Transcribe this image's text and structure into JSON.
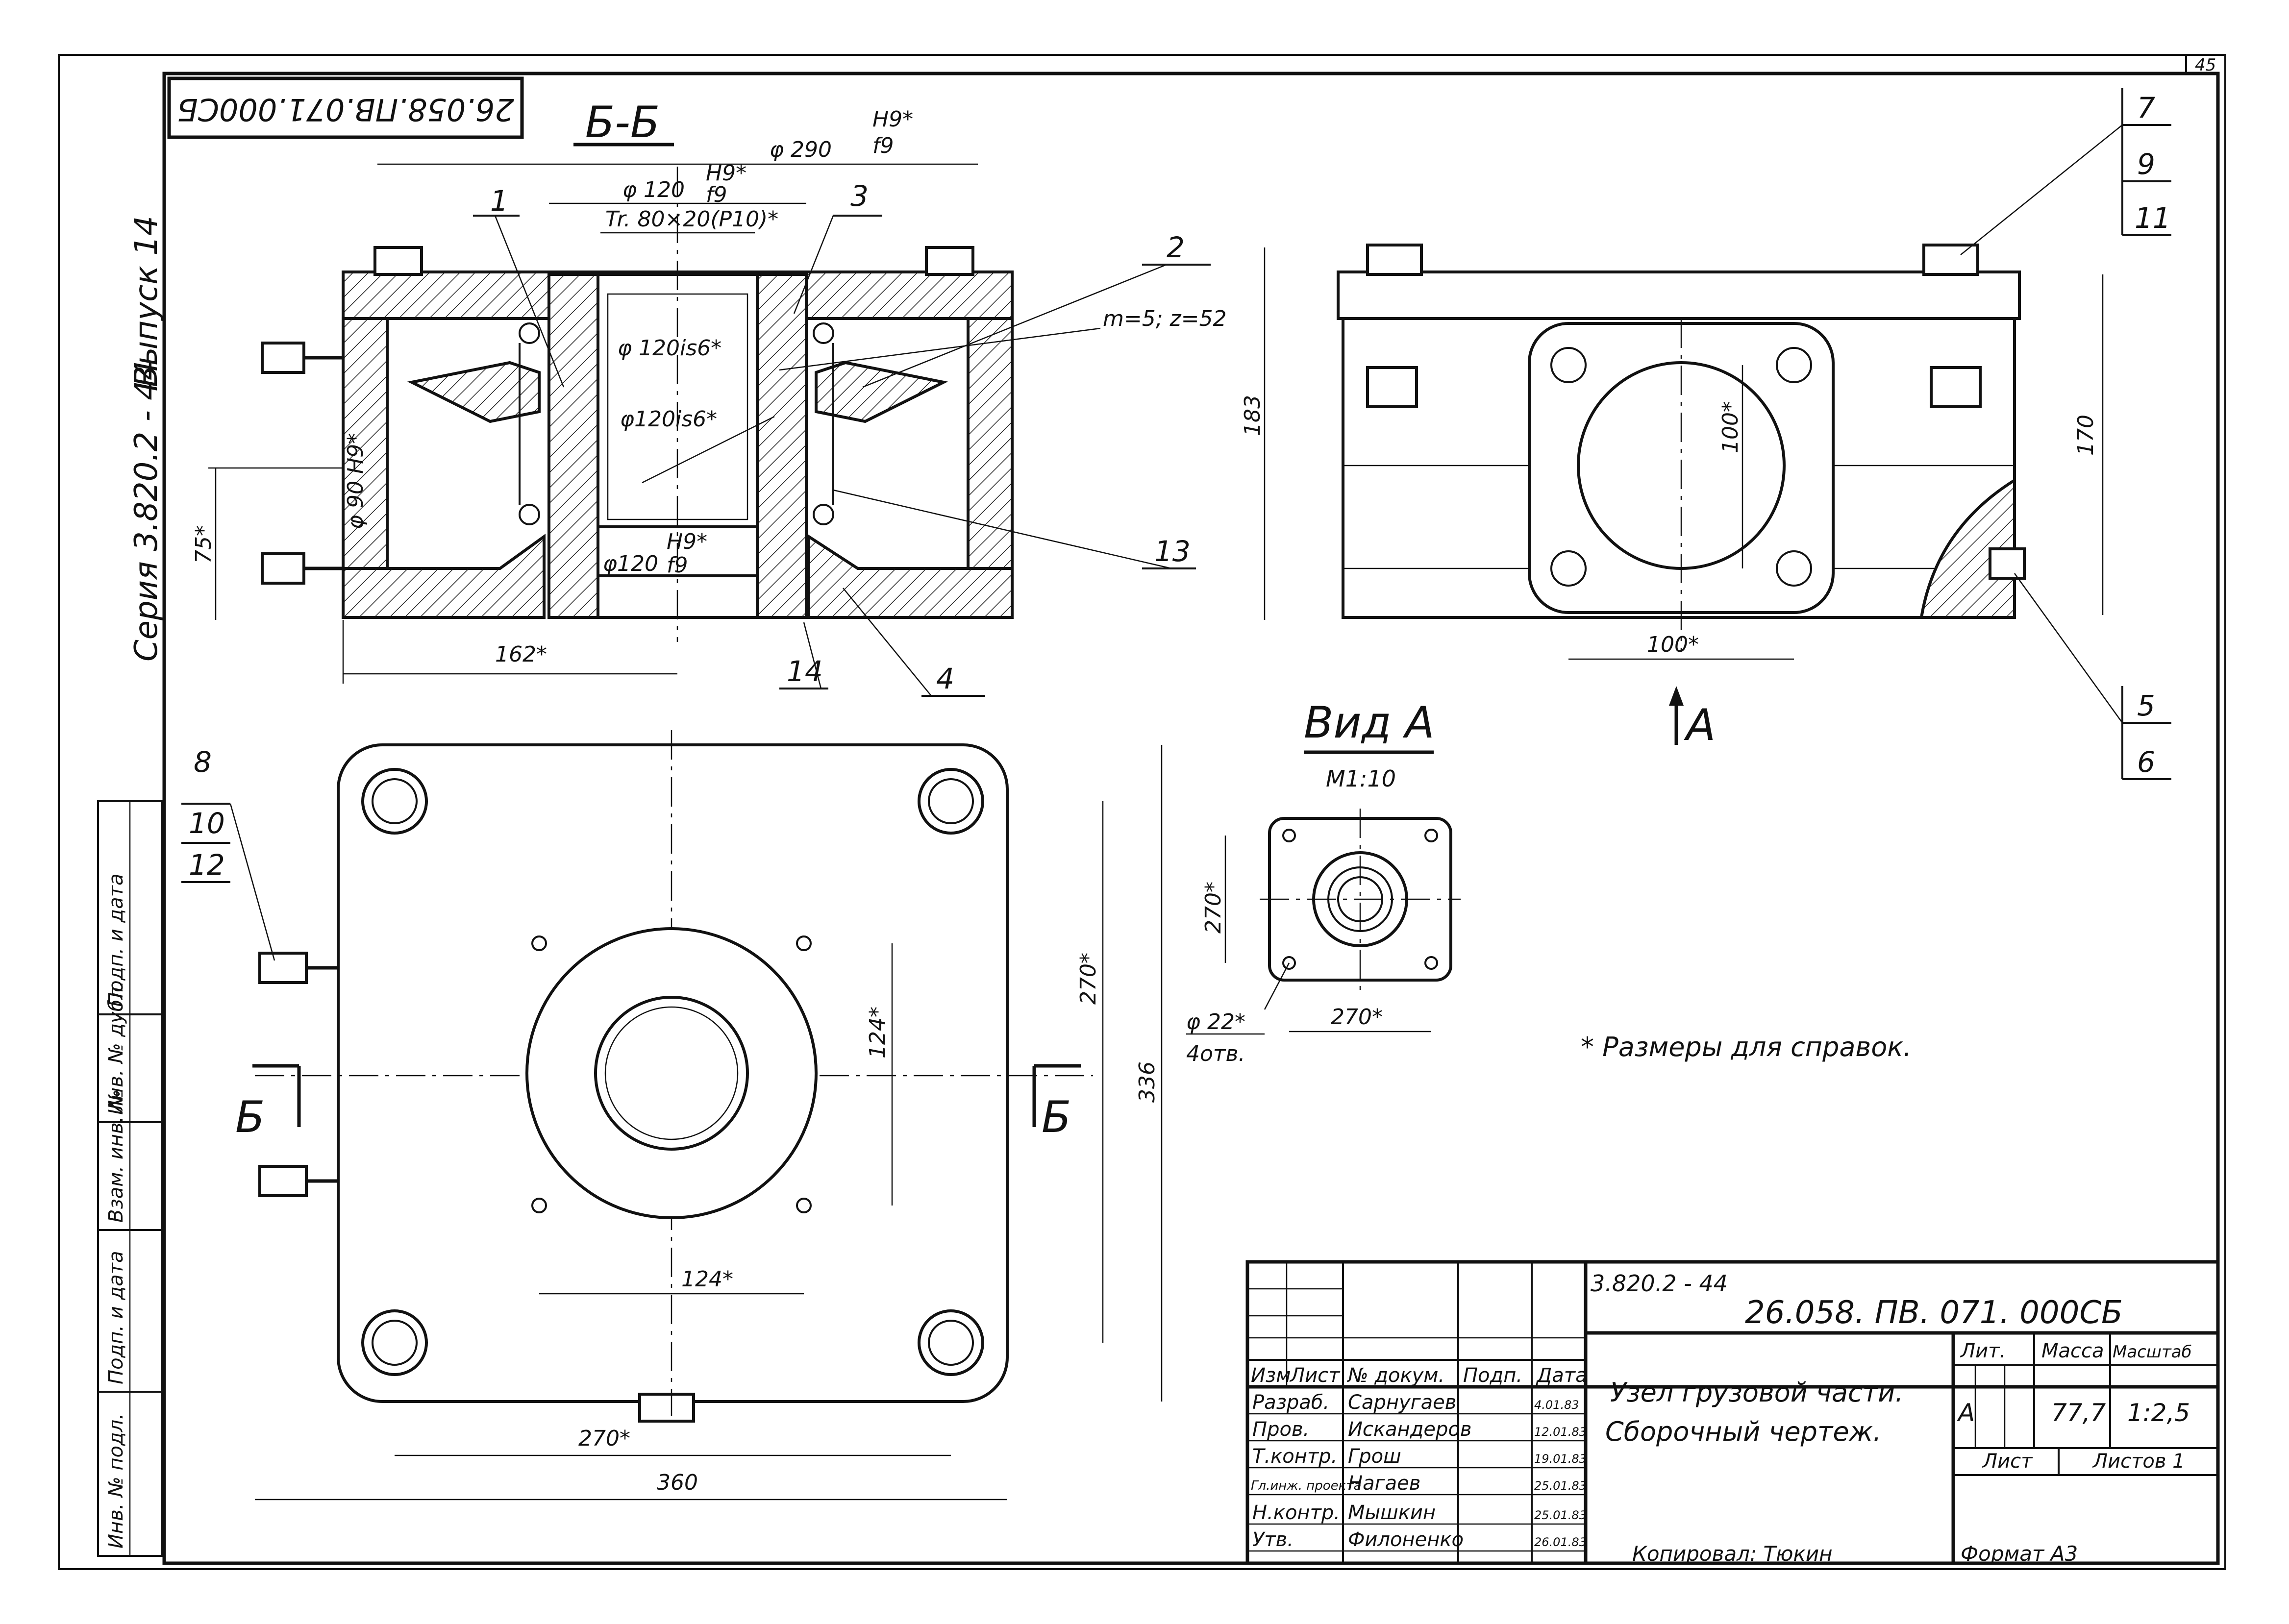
{
  "sheet": {
    "sheet_corner_number": "45",
    "stamp_code_rotated": "26.058.ПВ.071.000СБ",
    "series_vertical": "Серия  3.820.2 - 44",
    "issue_vertical": "Выпуск 14"
  },
  "left_strip": {
    "fields": [
      "Инв. № подл.",
      "Подп. и дата",
      "Взам. инв. №",
      "Инв. № дубл.",
      "Подп. и дата"
    ]
  },
  "section_view": {
    "title": "Б-Б",
    "callouts": [
      "1",
      "2",
      "3",
      "4",
      "13",
      "14"
    ],
    "dims": {
      "d290": "φ 290",
      "d290_fit_top": "H9*",
      "d290_fit_bottom": "f9",
      "d120": "φ 120",
      "d120_fit_top": "H9*",
      "d120_fit_bottom": "f9",
      "thread": "Tr. 80×20(P10)*",
      "gear": "m=5; z=52",
      "d120is6_a": "φ 120is6*",
      "d120is6_b": "φ120is6*",
      "d90": "φ 90 H9*",
      "d120_bottom": "φ120",
      "d120_bottom_fit_top": "H9*",
      "d120_bottom_fit_bottom": "f9",
      "h75": "75*",
      "w162": "162*"
    }
  },
  "side_view": {
    "callouts_top": [
      "7",
      "9",
      "11"
    ],
    "callouts_bottom": [
      "5",
      "6"
    ],
    "dims": {
      "h183": "183",
      "h170": "170",
      "d100v": "100*",
      "d100h": "100*"
    },
    "view_arrow": "A"
  },
  "plan_view": {
    "callouts": [
      "8",
      "10",
      "12"
    ],
    "section_mark": "Б",
    "dims": {
      "w124": "124*",
      "h124": "124*",
      "h270": "270*",
      "h336": "336",
      "w270": "270*",
      "w360": "360"
    }
  },
  "view_a": {
    "title": "Вид А",
    "scale": "М1:10",
    "dims": {
      "h270": "270*",
      "w270": "270*",
      "hole": "φ 22*",
      "hole_count": "4отв."
    }
  },
  "note": "* Размеры для справок.",
  "title_block": {
    "doc_series": "3.820.2 - 44",
    "doc_code": "26.058. ПВ. 071. 000СБ",
    "title_line1": "Узел грузовой части.",
    "title_line2": "Сборочный чертеж.",
    "headers": [
      "Изм",
      "Лист",
      "№ докум.",
      "Подп.",
      "Дата"
    ],
    "rows": [
      {
        "role": "Разраб.",
        "name": "Сарнугаев",
        "date": "4.01.83"
      },
      {
        "role": "Пров.",
        "name": "Искандеров",
        "date": "12.01.83"
      },
      {
        "role": "Т.контр.",
        "name": "Грош",
        "date": "19.01.83"
      },
      {
        "role": "Гл.инж. проекта",
        "name": "Нагаев",
        "date": "25.01.83"
      },
      {
        "role": "Н.контр.",
        "name": "Мышкин",
        "date": "25.01.83"
      },
      {
        "role": "Утв.",
        "name": "Филоненко",
        "date": "26.01.83"
      }
    ],
    "lit_label": "Лит.",
    "mass_label": "Масса",
    "scale_label": "Масштаб",
    "lit_value": "А",
    "mass_value": "77,7",
    "scale_value": "1:2,5",
    "sheet_label": "Лист",
    "sheets_label": "Листов 1",
    "copied_by": "Копировал: Тюкин",
    "format": "Формат А3"
  }
}
